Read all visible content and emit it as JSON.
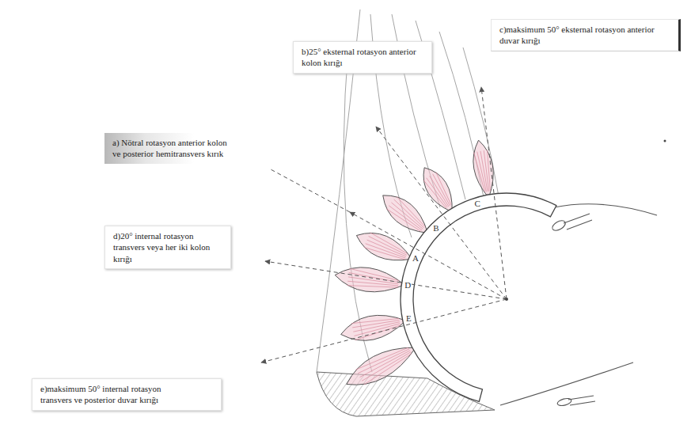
{
  "diagram": {
    "nodes": [
      {
        "text": [
          "b)25° eksternal rotasyon anterior kolon kırığı"
        ]
      },
      {
        "text": [
          "c)maksimum 50° eksternal rotasyon anterior duvar kırığı"
        ]
      },
      {
        "text": [
          "a) Nötral rotasyon anterior kolon ve posterior hemitransvers kırık"
        ]
      },
      {
        "text": [
          "d)20° internal rotasyon transvers veya her iki kolon kırığı"
        ]
      },
      {
        "text": [
          "e)maksimum 50° internal rotasyon transvers ve posterior duvar kırığı"
        ]
      }
    ],
    "labels": [
      "C",
      "B",
      "A",
      "D",
      "E"
    ]
  }
}
